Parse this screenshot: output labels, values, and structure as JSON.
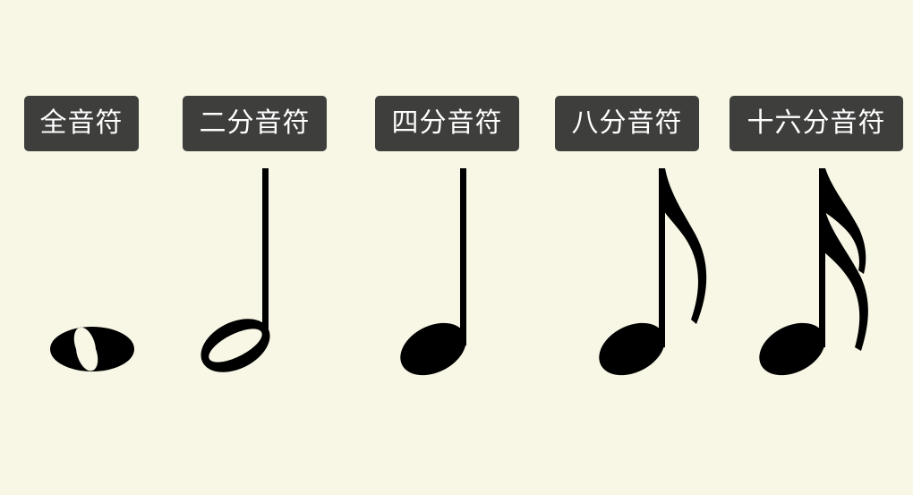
{
  "labels": {
    "whole": "全音符",
    "half": "二分音符",
    "quarter": "四分音符",
    "eighth": "八分音符",
    "sixteenth": "十六分音符"
  },
  "colors": {
    "background": "#f8f7e6",
    "label_background": "#3e3e3c",
    "label_text": "#ffffff",
    "note": "#000000"
  }
}
